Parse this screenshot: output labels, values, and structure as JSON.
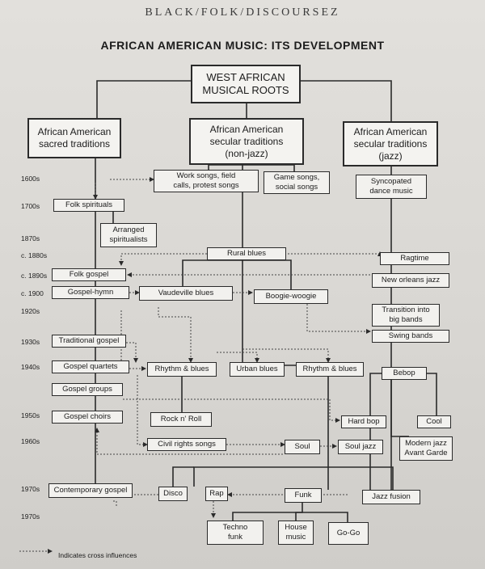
{
  "header": {
    "running_head": "BLACK/FOLK/DISCOURSEZ",
    "title": "AFRICAN AMERICAN MUSIC: ITS DEVELOPMENT"
  },
  "years": [
    "1600s",
    "1700s",
    "1870s",
    "c. 1880s",
    "c. 1890s",
    "c. 1900",
    "1920s",
    "1930s",
    "1940s",
    "1950s",
    "1960s",
    "1970s",
    "1970s"
  ],
  "nodes": {
    "root": "WEST AFRICAN\nMUSICAL ROOTS",
    "sacred": "African American\nsacred traditions",
    "secular_nonjazz": "African American\nsecular traditions\n(non-jazz)",
    "secular_jazz": "African American\nsecular traditions\n(jazz)",
    "work_songs": "Work songs, field\ncalls, protest songs",
    "game_songs": "Game songs,\nsocial songs",
    "syncopated": "Syncopated\ndance music",
    "folk_spirituals": "Folk spirituals",
    "arranged_spiritualists": "Arranged\nspiritualists",
    "rural_blues": "Rural blues",
    "ragtime": "Ragtime",
    "folk_gospel": "Folk gospel",
    "new_orleans_jazz": "New orleans jazz",
    "gospel_hymn": "Gospel-hymn",
    "vaudeville_blues": "Vaudeville blues",
    "boogie_woogie": "Boogie-woogie",
    "transition_big_bands": "Transition into\nbig bands",
    "swing_bands": "Swing bands",
    "traditional_gospel": "Traditional gospel",
    "gospel_quartets": "Gospel quartets",
    "rhythm_blues_1": "Rhythm & blues",
    "urban_blues": "Urban blues",
    "rhythm_blues_2": "Rhythm & blues",
    "bebop": "Bebop",
    "gospel_groups": "Gospel groups",
    "gospel_choirs": "Gospel choirs",
    "rock_n_roll": "Rock n' Roll",
    "hard_bop": "Hard bop",
    "cool": "Cool",
    "civil_rights_songs": "Civil rights songs",
    "soul": "Soul",
    "soul_jazz": "Soul jazz",
    "modern_jazz": "Modern jazz\nAvant Garde",
    "contemporary_gospel": "Contemporary gospel",
    "disco": "Disco",
    "rap": "Rap",
    "funk": "Funk",
    "jazz_fusion": "Jazz fusion",
    "techno_funk": "Techno\nfunk",
    "house_music": "House\nmusic",
    "go_go": "Go-Go"
  },
  "legend": "Indicates cross influences"
}
